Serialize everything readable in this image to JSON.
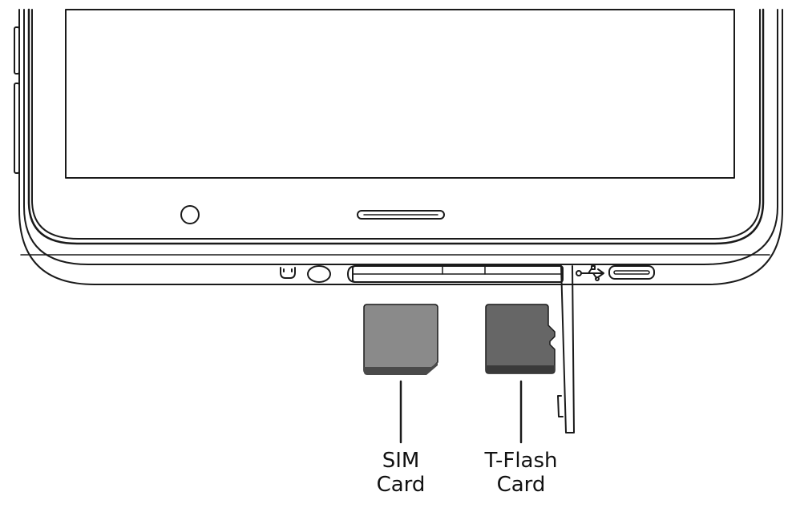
{
  "labels": {
    "sim": {
      "line1": "SIM",
      "line2": "Card"
    },
    "tflash": {
      "line1": "T-Flash",
      "line2": "Card"
    }
  },
  "colors": {
    "outline": "#1a1a1a",
    "sim_card_face": "#8a8a8a",
    "sim_card_edge": "#4a4a4a",
    "tflash_card_face": "#666666",
    "tflash_card_edge": "#3a3a3a",
    "background": "#ffffff"
  },
  "icons": {
    "headphone_jack": "headphone-icon",
    "usb_symbol": "usb-icon"
  }
}
